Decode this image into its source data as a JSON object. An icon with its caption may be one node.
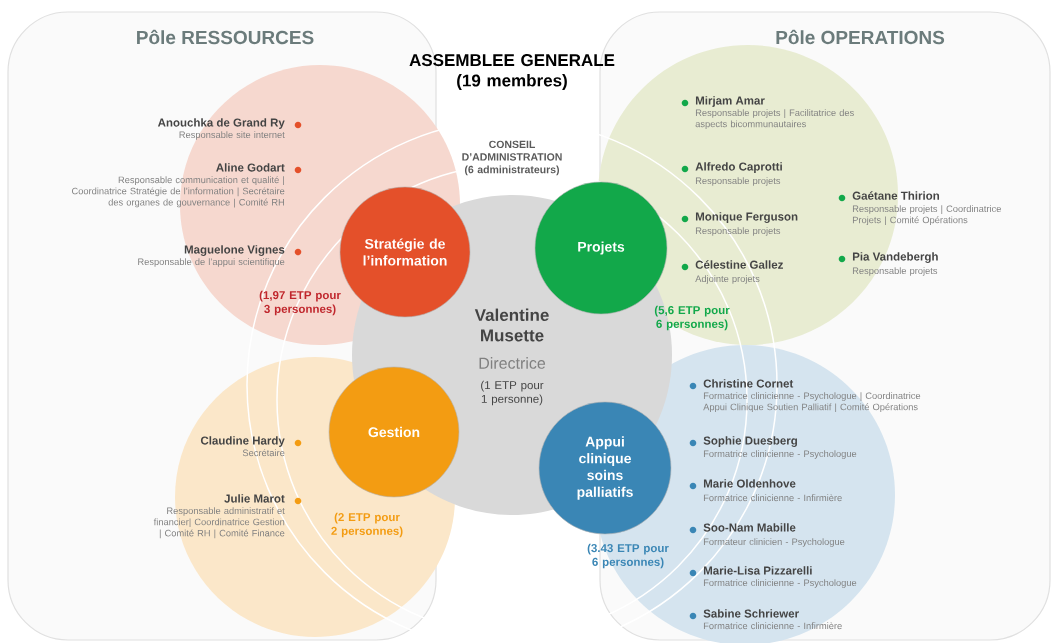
{
  "diagram": {
    "nodes": [
      {
        "text": [
          "Pôle RESSOURCES"
        ]
      },
      {
        "text": [
          "Pôle OPERATIONS"
        ]
      },
      {
        "text": [
          "ASSEMBLEE GENERALE (19 membres)"
        ]
      },
      {
        "text": [
          "CONSEIL D’ADMINISTRATION (6 administrateurs)"
        ],
        "in": 2
      },
      {
        "text": [
          "Valentine Musette",
          "Directrice",
          "(1 ETP pour 1 personne)"
        ],
        "in": 3
      },
      {
        "text": [
          "Stratégie de l’information"
        ],
        "in": 3,
        "beside": [
          "(1,97 ETP pour 3 personnes)"
        ]
      },
      {
        "text": [
          "Projets"
        ],
        "in": 3,
        "beside": [
          "(5,6 ETP pour 6 personnes)"
        ]
      },
      {
        "text": [
          "Gestion"
        ],
        "in": 3
      },
      {
        "text": [
          "Appui clinique soins palliatifs"
        ],
        "in": 3
      }
    ],
    "labels": [
      "Anouchka de Grand Ry",
      "Responsable site internet",
      "Aline Godart",
      "Responsable communication et qualité | Coordinatrice Stratégie de l’information | Secrétaire des organes de gouvernance | Comité RH",
      "Maguelone Vignes",
      "Responsable de l’appui scientifique",
      "Mirjam Amar",
      "Responsable projets | Facilitatrice des aspects bicommunautaires",
      "Alfredo Caprotti",
      "Responsable projets",
      "Gaétane Thirion",
      "Responsable projets | Coordinatrice Projets | Comité Opérations",
      "Monique Ferguson",
      "Responsable projets",
      "Pia Vandebergh",
      "Responsable projets",
      "Célestine Gallez",
      "Adjointe projets",
      "Claudine Hardy",
      "Secrétaire",
      "Julie Marot",
      "Responsable administratif et financier| Coordinatrice Gestion | Comité RH | Comité Finance",
      "Christine Cornet",
      "Formatrice clinicienne - Psychologue | Coordinatrice Appui Clinique Soutien Palliatif | Comité Opérations",
      "Sophie Duesberg",
      "Formatrice clinicienne - Psychologue",
      "Marie Oldenhove",
      "Formatrice clinicienne - Infirmière",
      "Soo-Nam Mabille",
      "Formateur clinicien - Psychologue",
      "Marie-Lisa Pizzarelli",
      "Formatrice clinicienne - Psychologue",
      "Sabine Schriewer",
      "Formatrice clinicienne - Infirmière",
      "(2 ETP pour 2 personnes)",
      "(3.43 ETP pour 6 personnes)"
    ]
  }
}
